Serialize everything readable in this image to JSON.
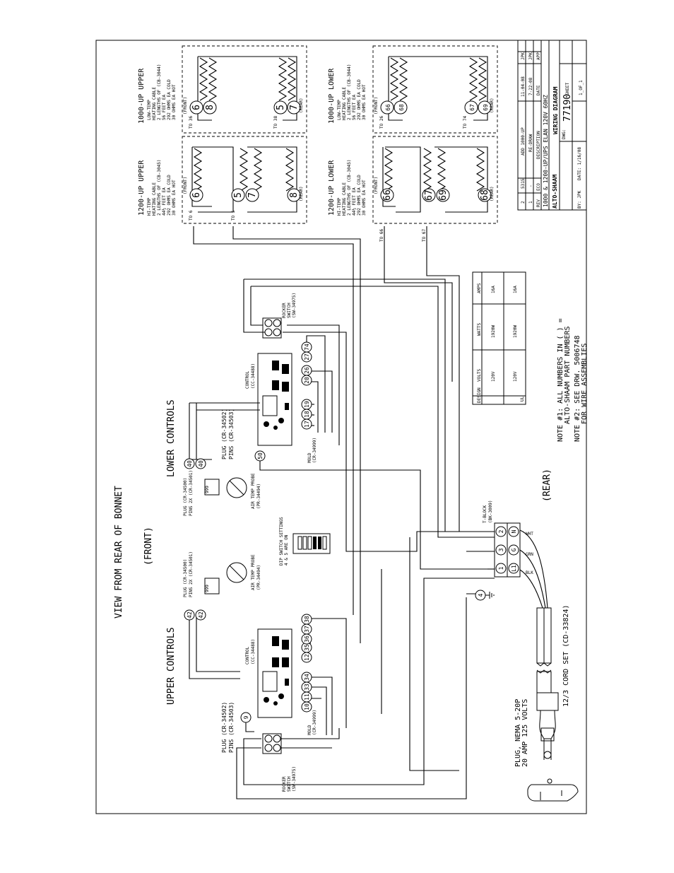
{
  "view_title": "VIEW FROM REAR OF BONNET",
  "front_label": "(FRONT)",
  "rear_label": "(REAR)",
  "upper_controls": "UPPER CONTROLS",
  "lower_controls": "LOWER CONTROLS",
  "heaters": {
    "h1200_upper": {
      "title": "1200-UP UPPER",
      "lines": [
        "HI-TEMP",
        "HEATING CABLE",
        "2 LENGTHS OF (CB-3045)",
        "44½ FEET EA",
        "292 OHMS EA COLD",
        "30 OHMS EA HOT"
      ],
      "to_a": "TO 6",
      "to_b": "TO 5",
      "front": "(FRONT)",
      "rear": "(REAR)",
      "term": [
        "6",
        "5",
        "7",
        "8"
      ]
    },
    "h1000_upper": {
      "title": "1000-UP UPPER",
      "lines": [
        "LOW-TEMP",
        "HEATING CABLE",
        "2 LENGTHS OF (CB-3044)",
        "56 FEET EA",
        "292 OHMS EA COLD",
        "30 OHMS EA HOT"
      ],
      "to_a": "TO 36",
      "to_b": "TO 38",
      "front": "(FRONT)",
      "rear": "(REAR)",
      "term": [
        "6",
        "8",
        "5",
        "7"
      ]
    },
    "h1200_lower": {
      "title": "1200-UP LOWER",
      "lines": [
        "HI-TEMP",
        "HEATING CABLE",
        "2 LENGTHS OF (CB-3045)",
        "44½ FEET EA",
        "292 OHMS EA COLD",
        "30 OHMS EA HOT"
      ],
      "to_a": "TO 66",
      "to_b": "TO 67",
      "front": "(FRONT)",
      "rear": "(REAR)",
      "term": [
        "66",
        "67",
        "69",
        "68"
      ]
    },
    "h1000_lower": {
      "title": "1000-UP LOWER",
      "lines": [
        "LOW-TEMP",
        "HEATING CABLE",
        "2 LENGTHS OF (CB-3044)",
        "56 FEET EA",
        "292 OHMS EA COLD",
        "30 OHMS EA HOT"
      ],
      "to_a": "TO 26",
      "to_b": "TO 74",
      "front": "(FRONT)",
      "rear": "(REAR)",
      "term": [
        "66",
        "68",
        "67",
        "69"
      ]
    }
  },
  "upper_wires": {
    "pins": [
      "42",
      "42"
    ],
    "plug1": "PLUG (CR-34500)",
    "plug2": "PINS 2X (CR-34501)",
    "probe1": "AIR TEMP PROBE",
    "probe2": "(PR-34494)",
    "control1": "CONTROL",
    "control2": "(CC-34488)",
    "plug3": "PLUG (CR-34502)",
    "plug4": "PINS (CR-34503)",
    "rocker1": "ROCKER",
    "rocker2": "SWITCH",
    "rocker3": "(SW-34975)",
    "mold1": "MOLD",
    "mold2": "(CR-34999)",
    "dip1": "DIP SWITCH SETTINGS",
    "dip2": "4 & 5 ARE ON",
    "terms": [
      "9",
      "33",
      "34",
      "35",
      "36",
      "37",
      "38",
      "10",
      "11",
      "12"
    ]
  },
  "lower_wires": {
    "pins": [
      "40",
      "40"
    ],
    "plug1": "PLUG (CR-34500)",
    "plug2": "PINS 2X (CR-34501)",
    "probe1": "AIR TEMP PROBE",
    "probe2": "(PR-34494)",
    "control1": "CONTROL",
    "control2": "(CC-34488)",
    "plug3": "PLUG (CR-34502)",
    "plug4": "PINS (CR-34503)",
    "rocker1": "ROCKER",
    "rocker2": "SWITCH",
    "rocker3": "(SW-34975)",
    "mold1": "MOLD",
    "mold2": "(CR-34999)",
    "terms": [
      "50",
      "17",
      "18",
      "19",
      "20",
      "26",
      "27",
      "74"
    ]
  },
  "tblock": {
    "l1": "T-BLOCK",
    "l2": "(BK-3009)",
    "terms": [
      "2",
      "3",
      "1",
      "N",
      "G",
      "L1"
    ],
    "ground": "4",
    "wire_labels": [
      "WHT",
      "GRN",
      "BLK"
    ]
  },
  "plug": {
    "line1": "PLUG, NEMA 5-20P",
    "line2": "20 AMP 125 VOLTS",
    "cord": "12/3 CORD SET (CD-33824)"
  },
  "rating_table": {
    "headers": [
      "DESIGN",
      "VOLTS",
      "WATTS",
      "AMPS"
    ],
    "rows": [
      [
        "",
        "120V",
        "1920W",
        "16A"
      ],
      [
        "UL",
        "120V",
        "1920W",
        "16A"
      ]
    ]
  },
  "notes": {
    "n1a": "NOTE #1: ALL NUMBERS IN ( ) =",
    "n1b": "ALTO-SHAAM PART NUMBERS",
    "n2a": "NOTE #2: SEE DRW. 5006748",
    "n2b": "FOR WIRE ASSEMBLIES"
  },
  "title_block": {
    "rev_rows": [
      [
        "2",
        "5315",
        "ADD 1000-UP",
        "11-04-08",
        "JPK"
      ],
      [
        "1",
        "-",
        "RE-DRAW",
        "7-22-08",
        "JPK"
      ],
      [
        "REV",
        "ECO",
        "DESCRIPTION",
        "DATE",
        "APP"
      ]
    ],
    "title": "1000 & 1200-UP/UPS ELAN 120V 60HZ",
    "subtitle": "WIRING DIAGRAM",
    "brand": "ALTO-SHAAM",
    "by": "BY: JPK",
    "date": "DATE: 1/16/08",
    "dwg_label": "DWG:",
    "dwg": "77190",
    "sheet_label": "SHEET",
    "sheet": "1_OF_1"
  }
}
